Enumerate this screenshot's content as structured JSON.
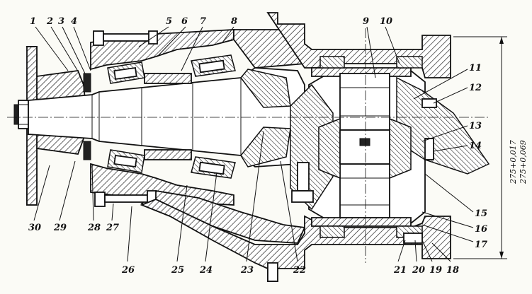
{
  "callouts": {
    "top": [
      {
        "label": "1"
      },
      {
        "label": "2"
      },
      {
        "label": "3"
      },
      {
        "label": "4"
      },
      {
        "label": "5"
      },
      {
        "label": "6"
      },
      {
        "label": "7"
      },
      {
        "label": "8"
      },
      {
        "label": "9"
      },
      {
        "label": "10"
      }
    ],
    "right": [
      {
        "label": "11"
      },
      {
        "label": "12"
      },
      {
        "label": "13"
      },
      {
        "label": "14"
      },
      {
        "label": "15"
      },
      {
        "label": "16"
      },
      {
        "label": "17"
      }
    ],
    "bottom": [
      {
        "label": "30"
      },
      {
        "label": "29"
      },
      {
        "label": "28"
      },
      {
        "label": "27"
      },
      {
        "label": "26"
      },
      {
        "label": "25"
      },
      {
        "label": "24"
      },
      {
        "label": "23"
      },
      {
        "label": "22"
      },
      {
        "label": "21"
      },
      {
        "label": "20"
      },
      {
        "label": "19"
      },
      {
        "label": "18"
      }
    ]
  },
  "dimension": {
    "text_a": "275+0,017",
    "text_b": "275+0,069"
  }
}
